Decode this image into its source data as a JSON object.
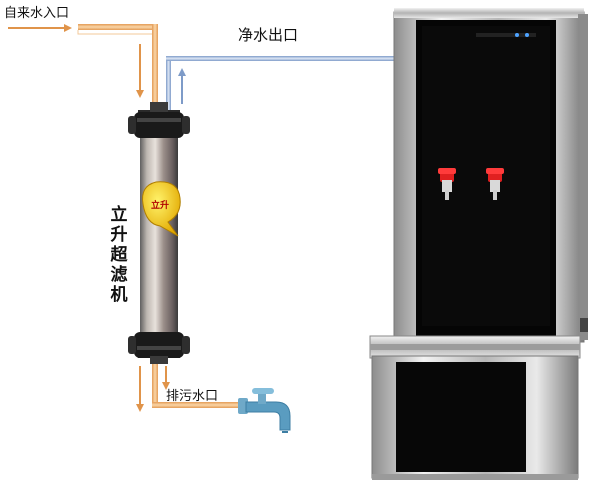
{
  "labels": {
    "inlet": "自来水入口",
    "outlet": "净水出口",
    "filter": "立升超滤机",
    "drain": "排污水口",
    "filter_badge": "立升"
  },
  "colors": {
    "inlet_pipe": "#f0b070",
    "outlet_pipe": "#8aa6d0",
    "arrow": "#d98a40",
    "cabinet_panel": "#050505",
    "stainless": "#c8c8c8",
    "tap_red": "#e02020"
  },
  "icons": {
    "inlet_arrow": "arrow-right-icon",
    "outlet_arrow": "arrow-up-icon",
    "drain_arrows": "arrow-down-icon",
    "faucet": "faucet-icon",
    "taps": "water-tap-icon"
  }
}
